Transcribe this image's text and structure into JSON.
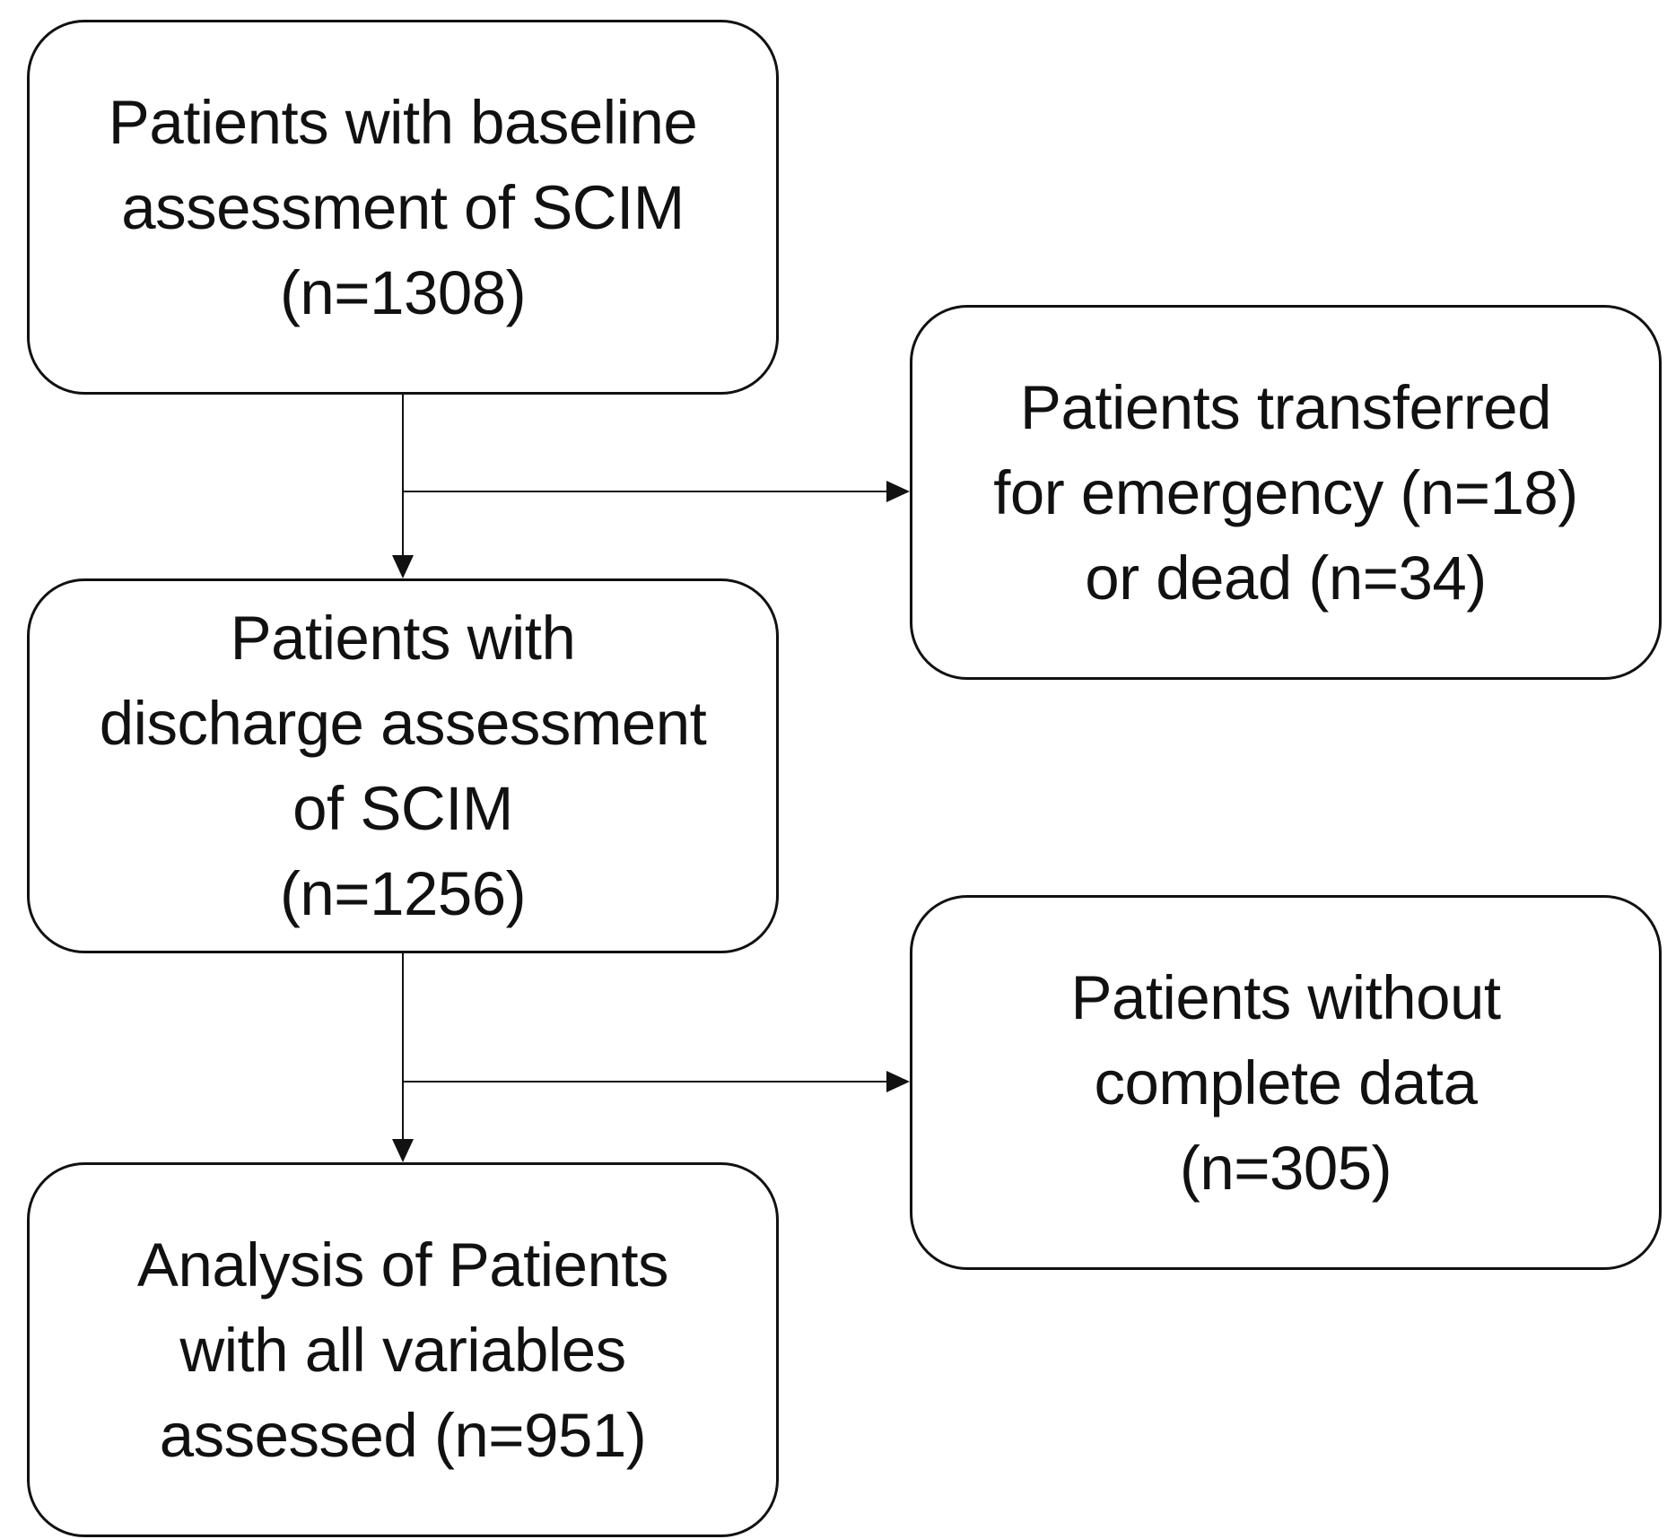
{
  "diagram": {
    "nodes": {
      "baseline": {
        "lines": [
          "Patients with baseline",
          "assessment of SCIM",
          "(n=1308)"
        ]
      },
      "discharge": {
        "lines": [
          "Patients with",
          "discharge assessment",
          "of SCIM",
          "(n=1256)"
        ]
      },
      "analysis": {
        "lines": [
          "Analysis of Patients",
          "with all variables",
          "assessed (n=951)"
        ]
      },
      "transferred": {
        "lines": [
          "Patients transferred",
          "for emergency (n=18)",
          "or dead (n=34)"
        ]
      },
      "incomplete": {
        "lines": [
          "Patients without",
          "complete data",
          "(n=305)"
        ]
      }
    },
    "edges": [
      {
        "from": "baseline",
        "to": "discharge"
      },
      {
        "from": "baseline",
        "to": "transferred"
      },
      {
        "from": "discharge",
        "to": "analysis"
      },
      {
        "from": "discharge",
        "to": "incomplete"
      }
    ]
  }
}
